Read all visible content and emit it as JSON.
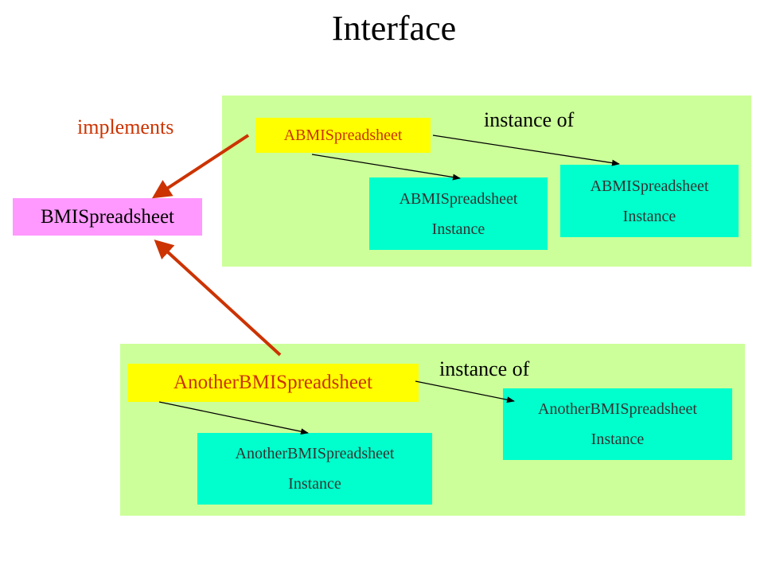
{
  "title": "Interface",
  "labels": {
    "implements": "implements",
    "instance_of_top": "instance of",
    "instance_of_bottom": "instance of"
  },
  "interface": {
    "name": "BMISpreadsheet"
  },
  "classes": {
    "top": {
      "name": "ABMISpreadsheet"
    },
    "bottom": {
      "name": "AnotherBMISpreadsheet"
    }
  },
  "instances": [
    {
      "name": "ABMISpreadsheet",
      "suffix": "Instance"
    },
    {
      "name": "ABMISpreadsheet",
      "suffix": "Instance"
    },
    {
      "name": "AnotherBMISpreadsheet",
      "suffix": "Instance"
    },
    {
      "name": "AnotherBMISpreadsheet",
      "suffix": "Instance"
    }
  ],
  "colors": {
    "implements_arrow": "#cc3300",
    "instance_arrow": "#000000",
    "panel": "#ccff99",
    "class_box": "#ffff00",
    "interface_box": "#ff99ff",
    "instance_box": "#00ffcc"
  }
}
